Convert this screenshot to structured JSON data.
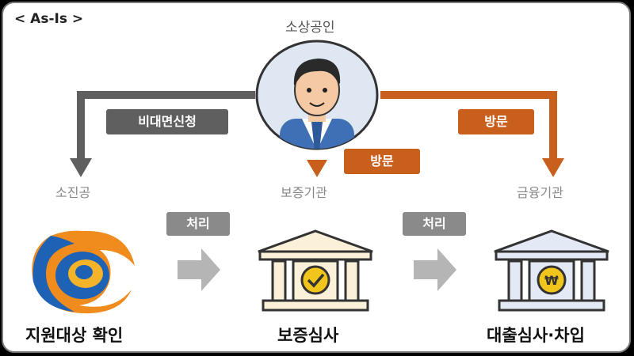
{
  "title": "< As-Is >",
  "top_node": {
    "label": "소상공인"
  },
  "edges": {
    "left": "비대면신청",
    "center": "방문",
    "right": "방문",
    "process1": "처리",
    "process2": "처리"
  },
  "nodes": [
    {
      "label": "소진공",
      "caption": "지원대상 확인"
    },
    {
      "label": "보증기관",
      "caption": "보증심사"
    },
    {
      "label": "금융기관",
      "caption": "대출심사·차입"
    }
  ],
  "colors": {
    "dark_arrow": "#5f5f5f",
    "orange_arrow": "#c95f1c",
    "gray_arrow": "#b5b5b5"
  },
  "icons": [
    "person-avatar-icon",
    "agency-logo-icon",
    "bank-check-icon",
    "bank-won-icon"
  ]
}
